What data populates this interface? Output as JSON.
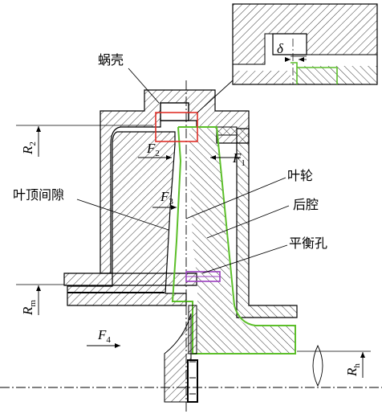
{
  "labels": {
    "volute": "蜗壳",
    "tip_clearance": "叶顶间隙",
    "impeller": "叶轮",
    "rear_cavity": "后腔",
    "balance_hole": "平衡孔",
    "delta": "δ"
  },
  "forces": {
    "F1": {
      "sym": "F",
      "sub": "1"
    },
    "F2": {
      "sym": "F",
      "sub": "2"
    },
    "F3": {
      "sym": "F",
      "sub": "3"
    },
    "F4": {
      "sym": "F",
      "sub": "4"
    }
  },
  "radii": {
    "R2": {
      "sym": "R",
      "sub": "2"
    },
    "Rm": {
      "sym": "R",
      "sub": "m"
    },
    "Rh": {
      "sym": "R",
      "sub": "h"
    }
  },
  "colors": {
    "impeller_outline": "#5cbf2a",
    "detail_box": "#e0312a",
    "balance_hole": "#9b3fbf",
    "line": "#000000"
  }
}
